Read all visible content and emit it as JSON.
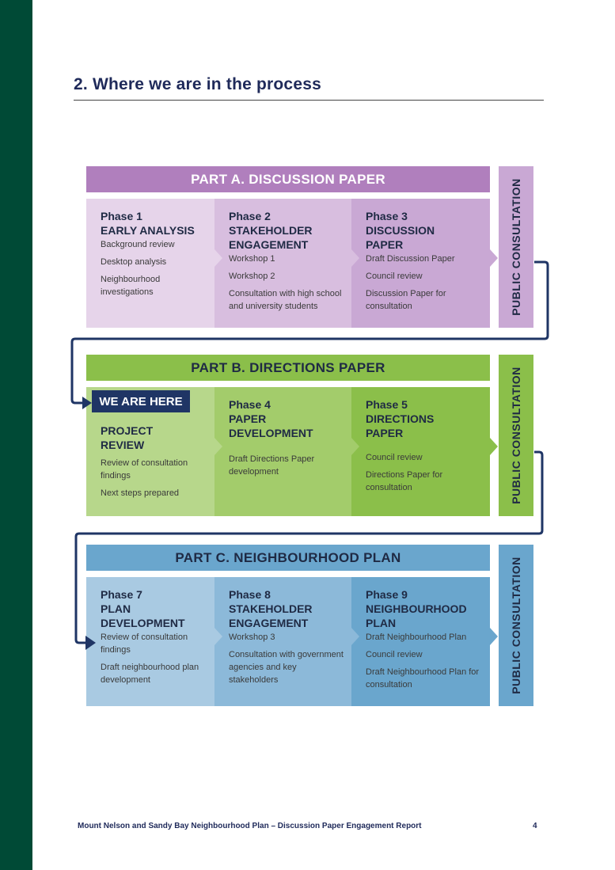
{
  "heading": "2. Where we are in the process",
  "colors": {
    "sidebar": "#004a36",
    "a_header": "#b07fbd",
    "a_c1": "#e6d4ea",
    "a_c2": "#d8bedf",
    "a_c3": "#c9a8d4",
    "a_pc": "#c9a8d4",
    "b_header": "#8bbf4a",
    "b_c1": "#b7d78b",
    "b_c2": "#a3cc6b",
    "b_c3": "#8bbf4a",
    "b_pc": "#8bbf4a",
    "c_header": "#6aa6cd",
    "c_c1": "#a9cae2",
    "c_c2": "#8cb9d9",
    "c_c3": "#6aa6cd",
    "c_pc": "#6aa6cd",
    "navy": "#1f3565"
  },
  "partA": {
    "header": "PART A. DISCUSSION PAPER",
    "public": "PUBLIC CONSULTATION",
    "phases": [
      {
        "num": "Phase 1",
        "name": [
          "EARLY ANALYSIS"
        ],
        "items": [
          "Background review",
          "Desktop analysis",
          "Neighbourhood investigations"
        ]
      },
      {
        "num": "Phase 2",
        "name": [
          "STAKEHOLDER",
          "ENGAGEMENT"
        ],
        "items": [
          "Workshop 1",
          "Workshop 2",
          "Consultation with high school and university students"
        ]
      },
      {
        "num": "Phase 3",
        "name": [
          "DISCUSSION",
          "PAPER"
        ],
        "items": [
          "Draft Discussion Paper",
          "Council review",
          "Discussion Paper for consultation"
        ]
      }
    ]
  },
  "partB": {
    "header": "PART B. DIRECTIONS PAPER",
    "public": "PUBLIC CONSULTATION",
    "we_are_here": "WE ARE HERE",
    "phases": [
      {
        "num": "",
        "name": [
          "PROJECT",
          "REVIEW"
        ],
        "items": [
          "Review of consultation findings",
          "Next steps prepared"
        ]
      },
      {
        "num": "Phase 4",
        "name": [
          "PAPER",
          "DEVELOPMENT"
        ],
        "items": [
          "Draft Directions Paper development"
        ]
      },
      {
        "num": "Phase 5",
        "name": [
          "DIRECTIONS",
          "PAPER"
        ],
        "items": [
          "Council review",
          "Directions Paper for consultation"
        ]
      }
    ]
  },
  "partC": {
    "header": "PART C. NEIGHBOURHOOD PLAN",
    "public": "PUBLIC CONSULTATION",
    "phases": [
      {
        "num": "Phase 7",
        "name": [
          "PLAN",
          "DEVELOPMENT"
        ],
        "items": [
          "Review of consultation findings",
          "Draft neighbourhood plan development"
        ]
      },
      {
        "num": "Phase 8",
        "name": [
          "STAKEHOLDER",
          "ENGAGEMENT"
        ],
        "items": [
          "Workshop 3",
          "Consultation with government agencies and key stakeholders"
        ]
      },
      {
        "num": "Phase 9",
        "name": [
          "NEIGHBOURHOOD",
          "PLAN"
        ],
        "items": [
          "Draft Neighbourhood Plan",
          "Council review",
          "Draft Neighbourhood Plan for consultation"
        ]
      }
    ]
  },
  "footer": {
    "text": "Mount Nelson and Sandy Bay Neighbourhood Plan – Discussion Paper Engagement Report",
    "page": "4"
  }
}
